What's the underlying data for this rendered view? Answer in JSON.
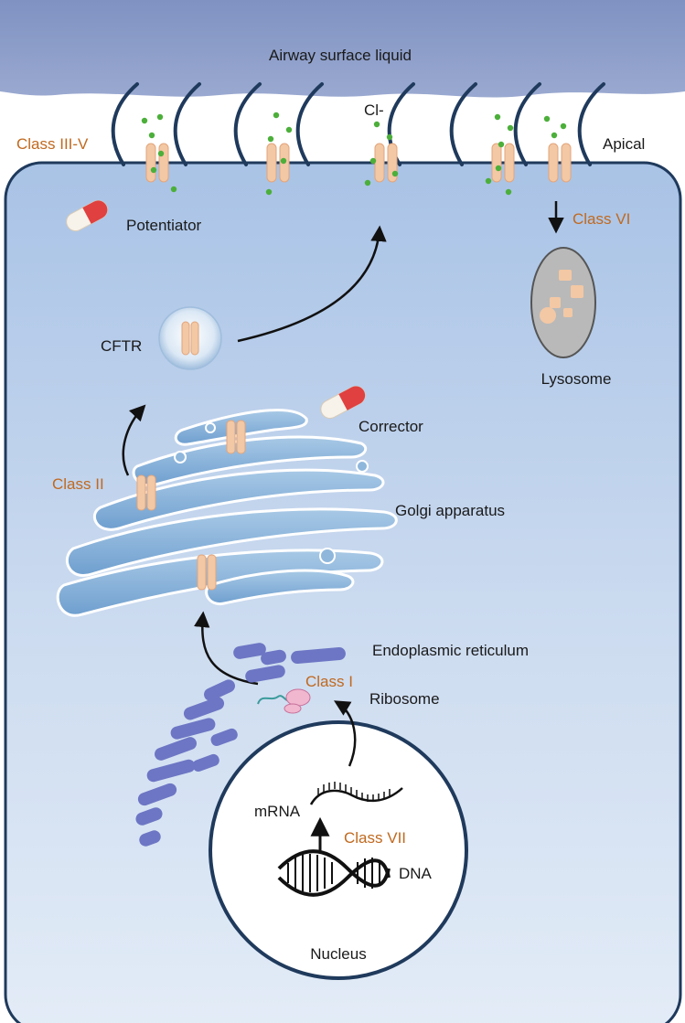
{
  "labels": {
    "airway_surface_liquid": "Airway surface liquid",
    "apical": "Apical",
    "chloride": "Cl-",
    "potentiator": "Potentiator",
    "cftr": "CFTR",
    "corrector": "Corrector",
    "golgi": "Golgi apparatus",
    "er": "Endoplasmic  reticulum",
    "ribosome": "Ribosome",
    "mrna": "mRNA",
    "dna": "DNA",
    "nucleus": "Nucleus",
    "lysosome": "Lysosome"
  },
  "classes": {
    "class_iii_v": "Class III-V",
    "class_vi": "Class VI",
    "class_ii": "Class II",
    "class_i": "Class I",
    "class_vii": "Class VII"
  },
  "colors": {
    "airway": "#8a9cc8",
    "cell_fill": "#d5e2f3",
    "cell_border": "#1f3a5c",
    "cilia": "#1f3a5c",
    "channel": "#f3c8a4",
    "chloride_dot": "#4caf3a",
    "golgi": "#8fb7dc",
    "er": "#6d76c4",
    "class_text": "#c0691f",
    "pill_red": "#e04040",
    "lysosome": "#b9b9b9"
  }
}
